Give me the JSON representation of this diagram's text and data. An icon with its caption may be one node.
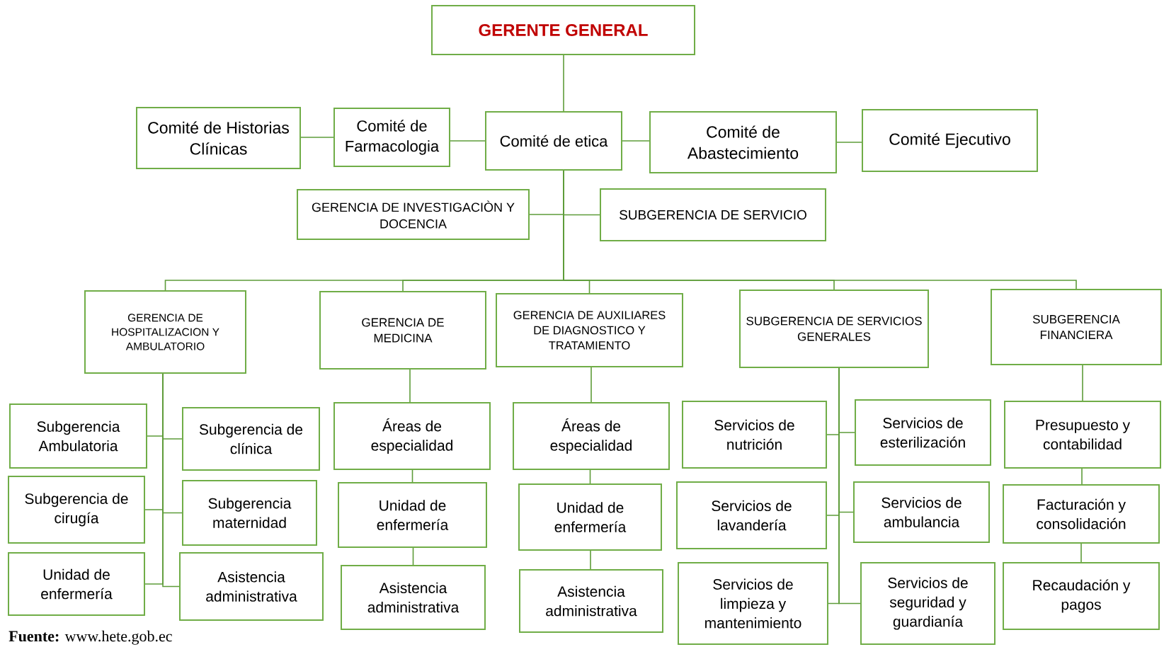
{
  "diagram": {
    "nodes": [
      {
        "text": [
          "GERENTE GENERAL"
        ]
      },
      {
        "text": [
          "Comité de Historias Clínicas"
        ]
      },
      {
        "text": [
          "Comité de Farmacologia"
        ]
      },
      {
        "text": [
          "Comité de etica"
        ]
      },
      {
        "text": [
          "Comité de Abastecimiento"
        ]
      },
      {
        "text": [
          "Comité Ejecutivo"
        ]
      },
      {
        "text": [
          "GERENCIA DE INVESTIGACIÒN Y DOCENCIA"
        ]
      },
      {
        "text": [
          "SUBGERENCIA DE SERVICIO"
        ]
      },
      {
        "text": [
          "GERENCIA DE HOSPITALIZACION Y AMBULATORIO"
        ]
      },
      {
        "text": [
          "GERENCIA DE MEDICINA"
        ]
      },
      {
        "text": [
          "GERENCIA DE AUXILIARES DE DIAGNOSTICO Y TRATAMIENTO"
        ]
      },
      {
        "text": [
          "SUBGERENCIA DE SERVICIOS GENERALES"
        ]
      },
      {
        "text": [
          "SUBGERENCIA FINANCIERA"
        ]
      },
      {
        "text": [
          "Subgerencia Ambulatoria"
        ]
      },
      {
        "text": [
          "Subgerencia de clínica"
        ]
      },
      {
        "text": [
          "Subgerencia de cirugía"
        ]
      },
      {
        "text": [
          "Subgerencia maternidad"
        ]
      },
      {
        "text": [
          "Unidad de enfermería"
        ]
      },
      {
        "text": [
          "Asistencia administrativa"
        ]
      },
      {
        "text": [
          "Áreas de especialidad"
        ]
      },
      {
        "text": [
          "Unidad de enfermería"
        ]
      },
      {
        "text": [
          "Asistencia administrativa"
        ]
      },
      {
        "text": [
          "Áreas de especialidad"
        ]
      },
      {
        "text": [
          "Unidad de enfermería"
        ]
      },
      {
        "text": [
          "Asistencia administrativa"
        ]
      },
      {
        "text": [
          "Servicios de nutrición"
        ]
      },
      {
        "text": [
          "Servicios de esterilización"
        ]
      },
      {
        "text": [
          "Servicios de lavandería"
        ]
      },
      {
        "text": [
          "Servicios de ambulancia"
        ]
      },
      {
        "text": [
          "Servicios de limpieza y mantenimiento"
        ]
      },
      {
        "text": [
          "Servicios de seguridad y guardianía"
        ]
      },
      {
        "text": [
          "Presupuesto y contabilidad"
        ]
      },
      {
        "text": [
          "Facturación y consolidación"
        ]
      },
      {
        "text": [
          "Recaudación y pagos"
        ]
      }
    ],
    "edges": [
      {
        "from": 0,
        "to": 3,
        "arrow": "none"
      },
      {
        "from": 2,
        "to": 1,
        "arrow": "none"
      },
      {
        "from": 3,
        "to": 2,
        "arrow": "none"
      },
      {
        "from": 3,
        "to": 4,
        "arrow": "none"
      },
      {
        "from": 4,
        "to": 5,
        "arrow": "none"
      },
      {
        "from": 3,
        "to": 6,
        "arrow": "none"
      },
      {
        "from": 3,
        "to": 7,
        "arrow": "none"
      },
      {
        "from": 3,
        "to": 8,
        "arrow": "none"
      },
      {
        "from": 3,
        "to": 9,
        "arrow": "none"
      },
      {
        "from": 3,
        "to": 10,
        "arrow": "none"
      },
      {
        "from": 3,
        "to": 11,
        "arrow": "none"
      },
      {
        "from": 3,
        "to": 12,
        "arrow": "none"
      },
      {
        "from": 8,
        "to": 13,
        "arrow": "none"
      },
      {
        "from": 8,
        "to": 14,
        "arrow": "none"
      },
      {
        "from": 8,
        "to": 15,
        "arrow": "none"
      },
      {
        "from": 8,
        "to": 16,
        "arrow": "none"
      },
      {
        "from": 8,
        "to": 17,
        "arrow": "none"
      },
      {
        "from": 8,
        "to": 18,
        "arrow": "none"
      },
      {
        "from": 9,
        "to": 19,
        "arrow": "none"
      },
      {
        "from": 19,
        "to": 20,
        "arrow": "none"
      },
      {
        "from": 20,
        "to": 21,
        "arrow": "none"
      },
      {
        "from": 10,
        "to": 22,
        "arrow": "none"
      },
      {
        "from": 22,
        "to": 23,
        "arrow": "none"
      },
      {
        "from": 23,
        "to": 24,
        "arrow": "none"
      },
      {
        "from": 11,
        "to": 25,
        "arrow": "none"
      },
      {
        "from": 11,
        "to": 26,
        "arrow": "none"
      },
      {
        "from": 11,
        "to": 27,
        "arrow": "none"
      },
      {
        "from": 11,
        "to": 28,
        "arrow": "none"
      },
      {
        "from": 11,
        "to": 29,
        "arrow": "none"
      },
      {
        "from": 11,
        "to": 30,
        "arrow": "none"
      },
      {
        "from": 12,
        "to": 31,
        "arrow": "none"
      },
      {
        "from": 31,
        "to": 32,
        "arrow": "none"
      },
      {
        "from": 32,
        "to": 33,
        "arrow": "none"
      }
    ],
    "labels": [
      "**Fuente:** www.hete.gob.ec"
    ]
  }
}
